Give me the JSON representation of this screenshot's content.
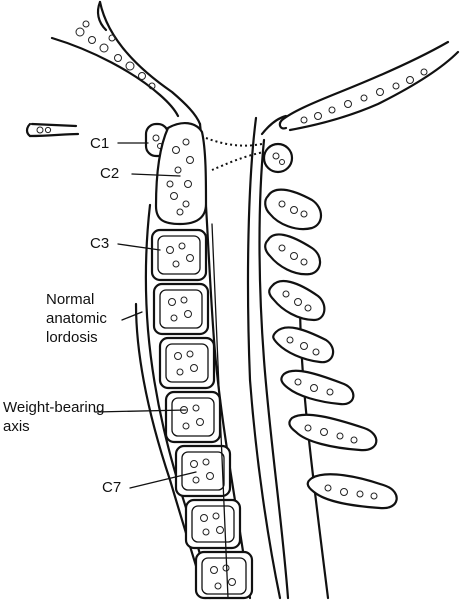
{
  "labels": {
    "c1": "C1",
    "c2": "C2",
    "c3": "C3",
    "lordosis": [
      "Normal",
      "anatomic",
      "lordosis"
    ],
    "axis": [
      "Weight-bearing",
      "axis"
    ],
    "c7": "C7"
  },
  "colors": {
    "ink": "#111111",
    "background": "#ffffff"
  }
}
